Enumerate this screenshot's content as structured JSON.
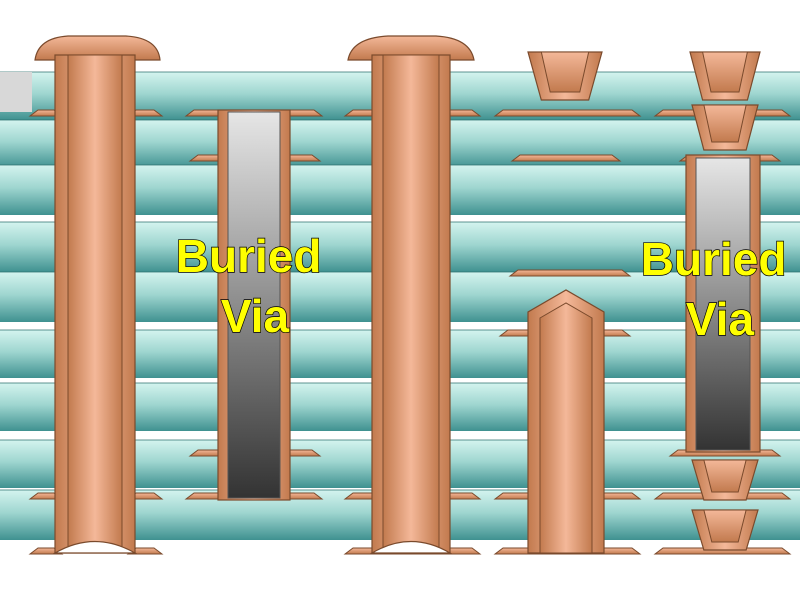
{
  "diagram": {
    "labels": [
      {
        "line1": "Buried",
        "line2": "Via"
      },
      {
        "line1": "Buried",
        "line2": "Via"
      }
    ]
  },
  "colors": {
    "copper_dark": "#c27a4e",
    "copper_light": "#f4b899",
    "copper_outline": "#7a4a2c",
    "laminate_light": "#d4f4ef",
    "laminate_dark": "#3f9190",
    "via_core_light": "#e6e6e6",
    "via_core_dark": "#333333",
    "label_fill": "#ffff00",
    "label_stroke": "#000000"
  },
  "icons": {
    "through_hole_via": "through-hole-via-icon",
    "blind_via": "blind-via-icon",
    "buried_via": "buried-via-icon",
    "microvia": "microvia-icon"
  }
}
